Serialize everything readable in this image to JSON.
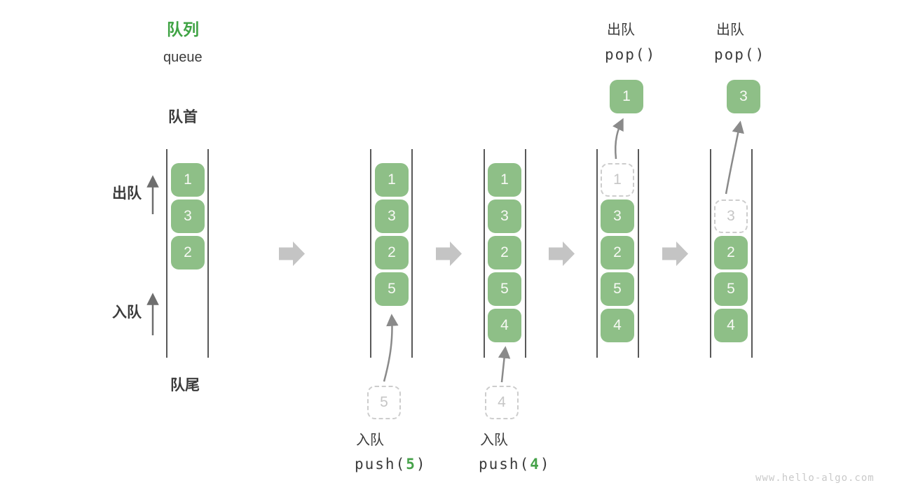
{
  "side": {
    "title_cn": "队列",
    "title_en": "queue",
    "front_label": "队首",
    "rear_label": "队尾",
    "dequeue_label": "出队",
    "enqueue_label": "入队"
  },
  "columns": [
    {
      "cells": [
        {
          "t": "filled",
          "v": "1"
        },
        {
          "t": "filled",
          "v": "3"
        },
        {
          "t": "filled",
          "v": "2"
        }
      ]
    },
    {
      "cells": [
        {
          "t": "filled",
          "v": "1"
        },
        {
          "t": "filled",
          "v": "3"
        },
        {
          "t": "filled",
          "v": "2"
        },
        {
          "t": "filled",
          "v": "5"
        }
      ]
    },
    {
      "cells": [
        {
          "t": "filled",
          "v": "1"
        },
        {
          "t": "filled",
          "v": "3"
        },
        {
          "t": "filled",
          "v": "2"
        },
        {
          "t": "filled",
          "v": "5"
        },
        {
          "t": "filled",
          "v": "4"
        }
      ]
    },
    {
      "cells": [
        {
          "t": "removed",
          "v": "1"
        },
        {
          "t": "filled",
          "v": "3"
        },
        {
          "t": "filled",
          "v": "2"
        },
        {
          "t": "filled",
          "v": "5"
        },
        {
          "t": "filled",
          "v": "4"
        }
      ]
    },
    {
      "cells": [
        {
          "t": "empty",
          "v": ""
        },
        {
          "t": "removed",
          "v": "3"
        },
        {
          "t": "filled",
          "v": "2"
        },
        {
          "t": "filled",
          "v": "5"
        },
        {
          "t": "filled",
          "v": "4"
        }
      ]
    }
  ],
  "annotations": {
    "enqueue5": {
      "label": "入队",
      "code_prefix": "push(",
      "arg": "5",
      "code_suffix": ")",
      "staged_value": "5"
    },
    "enqueue4": {
      "label": "入队",
      "code_prefix": "push(",
      "arg": "4",
      "code_suffix": ")",
      "staged_value": "4"
    },
    "pop1": {
      "label": "出队",
      "code": "pop()",
      "popped_value": "1"
    },
    "pop2": {
      "label": "出队",
      "code": "pop()",
      "popped_value": "3"
    }
  },
  "footer": {
    "watermark": "www.hello-algo.com"
  },
  "colors": {
    "accent_green": "#3fa344",
    "box_green": "#8ebf87",
    "flow_arrow_gray": "#c4c4c4",
    "line_gray": "#585858",
    "text_dark": "#3c3c3c"
  }
}
